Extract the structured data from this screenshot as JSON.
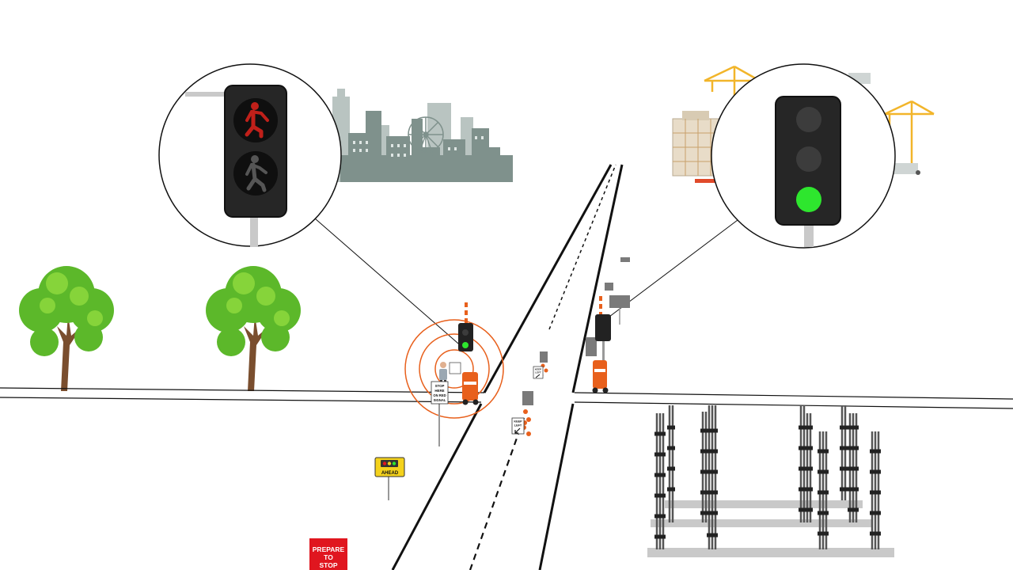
{
  "colors": {
    "signal_green": "#2ee62e",
    "pedestrian_red": "#c0201a",
    "skyline_gray": "#7f918c",
    "crane_yellow": "#f2b52a",
    "barrier_orange": "#e8601c",
    "tree_green": "#5cb82a",
    "trunk_brown": "#7a4e2e",
    "sign_yellow": "#f4d21c",
    "stop_sign_red": "#e0161f"
  },
  "signs": {
    "stop_here": [
      "STOP",
      "HERE",
      "ON RED",
      "SIGNAL"
    ],
    "ahead": "AHEAD",
    "keep_left_1": [
      "KEEP",
      "LEFT"
    ],
    "keep_left_2": [
      "KEEP",
      "LEFT"
    ],
    "prepare_to_stop": [
      "PREPARE",
      "TO",
      "STOP"
    ]
  },
  "callouts": {
    "left": {
      "signal": "pedestrian",
      "state": "red"
    },
    "right": {
      "signal": "vehicle",
      "state": "green"
    }
  }
}
